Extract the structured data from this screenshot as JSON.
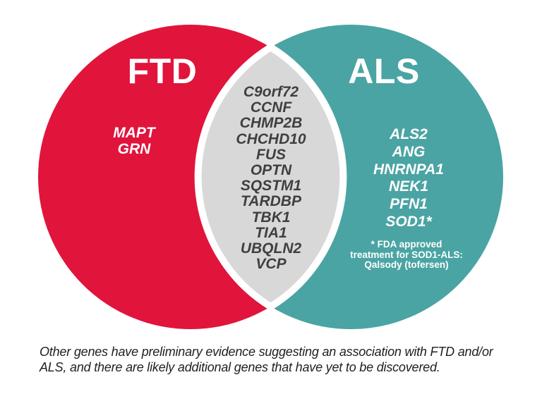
{
  "venn": {
    "left": {
      "label": "FTD",
      "color": "#e1143c",
      "genes": [
        "MAPT",
        "GRN"
      ]
    },
    "right": {
      "label": "ALS",
      "color": "#4aa4a3",
      "genes": [
        "ALS2",
        "ANG",
        "HNRNPA1",
        "NEK1",
        "PFN1",
        "SOD1*"
      ],
      "footnote_lines": [
        "* FDA approved",
        "treatment for SOD1-ALS:",
        "Qalsody (tofersen)"
      ]
    },
    "intersection": {
      "color": "#d8d8d8",
      "text_color": "#3f3f3f",
      "genes": [
        "C9orf72",
        "CCNF",
        "CHMP2B",
        "CHCHD10",
        "FUS",
        "OPTN",
        "SQSTM1",
        "TARDBP",
        "TBK1",
        "TIA1",
        "UBQLN2",
        "VCP"
      ]
    },
    "divider_color": "#ffffff"
  },
  "caption": {
    "lines": [
      "Other genes have preliminary evidence suggesting an association with FTD and/or",
      "ALS, and there are likely additional genes that have yet to be discovered."
    ]
  }
}
